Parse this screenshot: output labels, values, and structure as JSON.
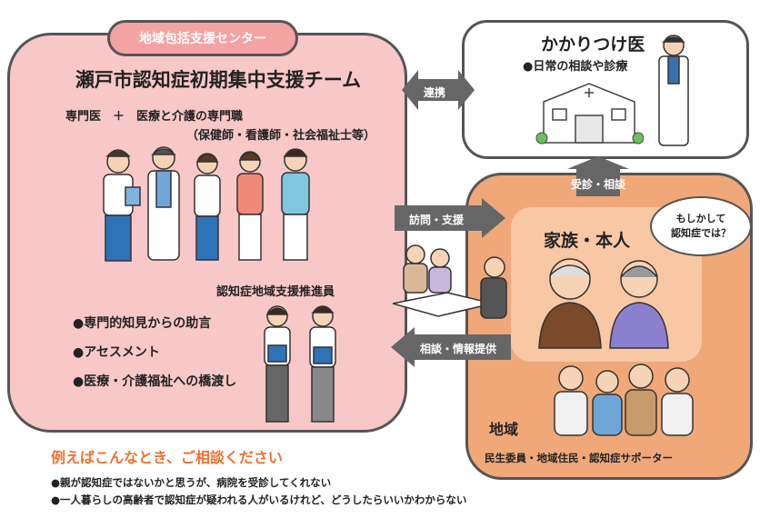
{
  "center_tag": "地域包括支援センター",
  "team": {
    "title": "瀬戸市認知症初期集中支援チーム",
    "staff_line": "専門医　＋　医療と介護の専門職",
    "staff_sub": "（保健師・看護師・社会福祉士等）",
    "coordinator": "認知症地域支援推進員",
    "functions": [
      "●専門的知見からの助言",
      "●アセスメント",
      "●医療・介護福祉への橋渡し"
    ]
  },
  "doctor": {
    "title": "かかりつけ医",
    "subtitle": "●日常の相談や診療"
  },
  "arrows": {
    "cooperation": "連携",
    "visit_support": "訪問・支援",
    "consult_info": "相談・情報提供",
    "visit_consult": "受診・相談"
  },
  "family": {
    "title": "家族・本人",
    "bubble_line1": "もしかして",
    "bubble_line2": "認知症では？"
  },
  "community": {
    "title": "地域",
    "members": "民生委員・地域住民・認知症サポーター"
  },
  "examples": {
    "title": "例えばこんなとき、ご相談ください",
    "items": [
      "●親が認知症ではないかと思うが、病院を受診してくれない",
      "●一人暮らしの高齢者で認知症が疑われる人がいるけれど、どうしたらいいかわからない"
    ]
  },
  "colors": {
    "left_panel": "#f8c8c8",
    "center_tag": "#f4a2a2",
    "community_panel": "#f0a878",
    "family_box": "#f8c8a4",
    "arrow": "#666666",
    "examples_title": "#f07030"
  }
}
